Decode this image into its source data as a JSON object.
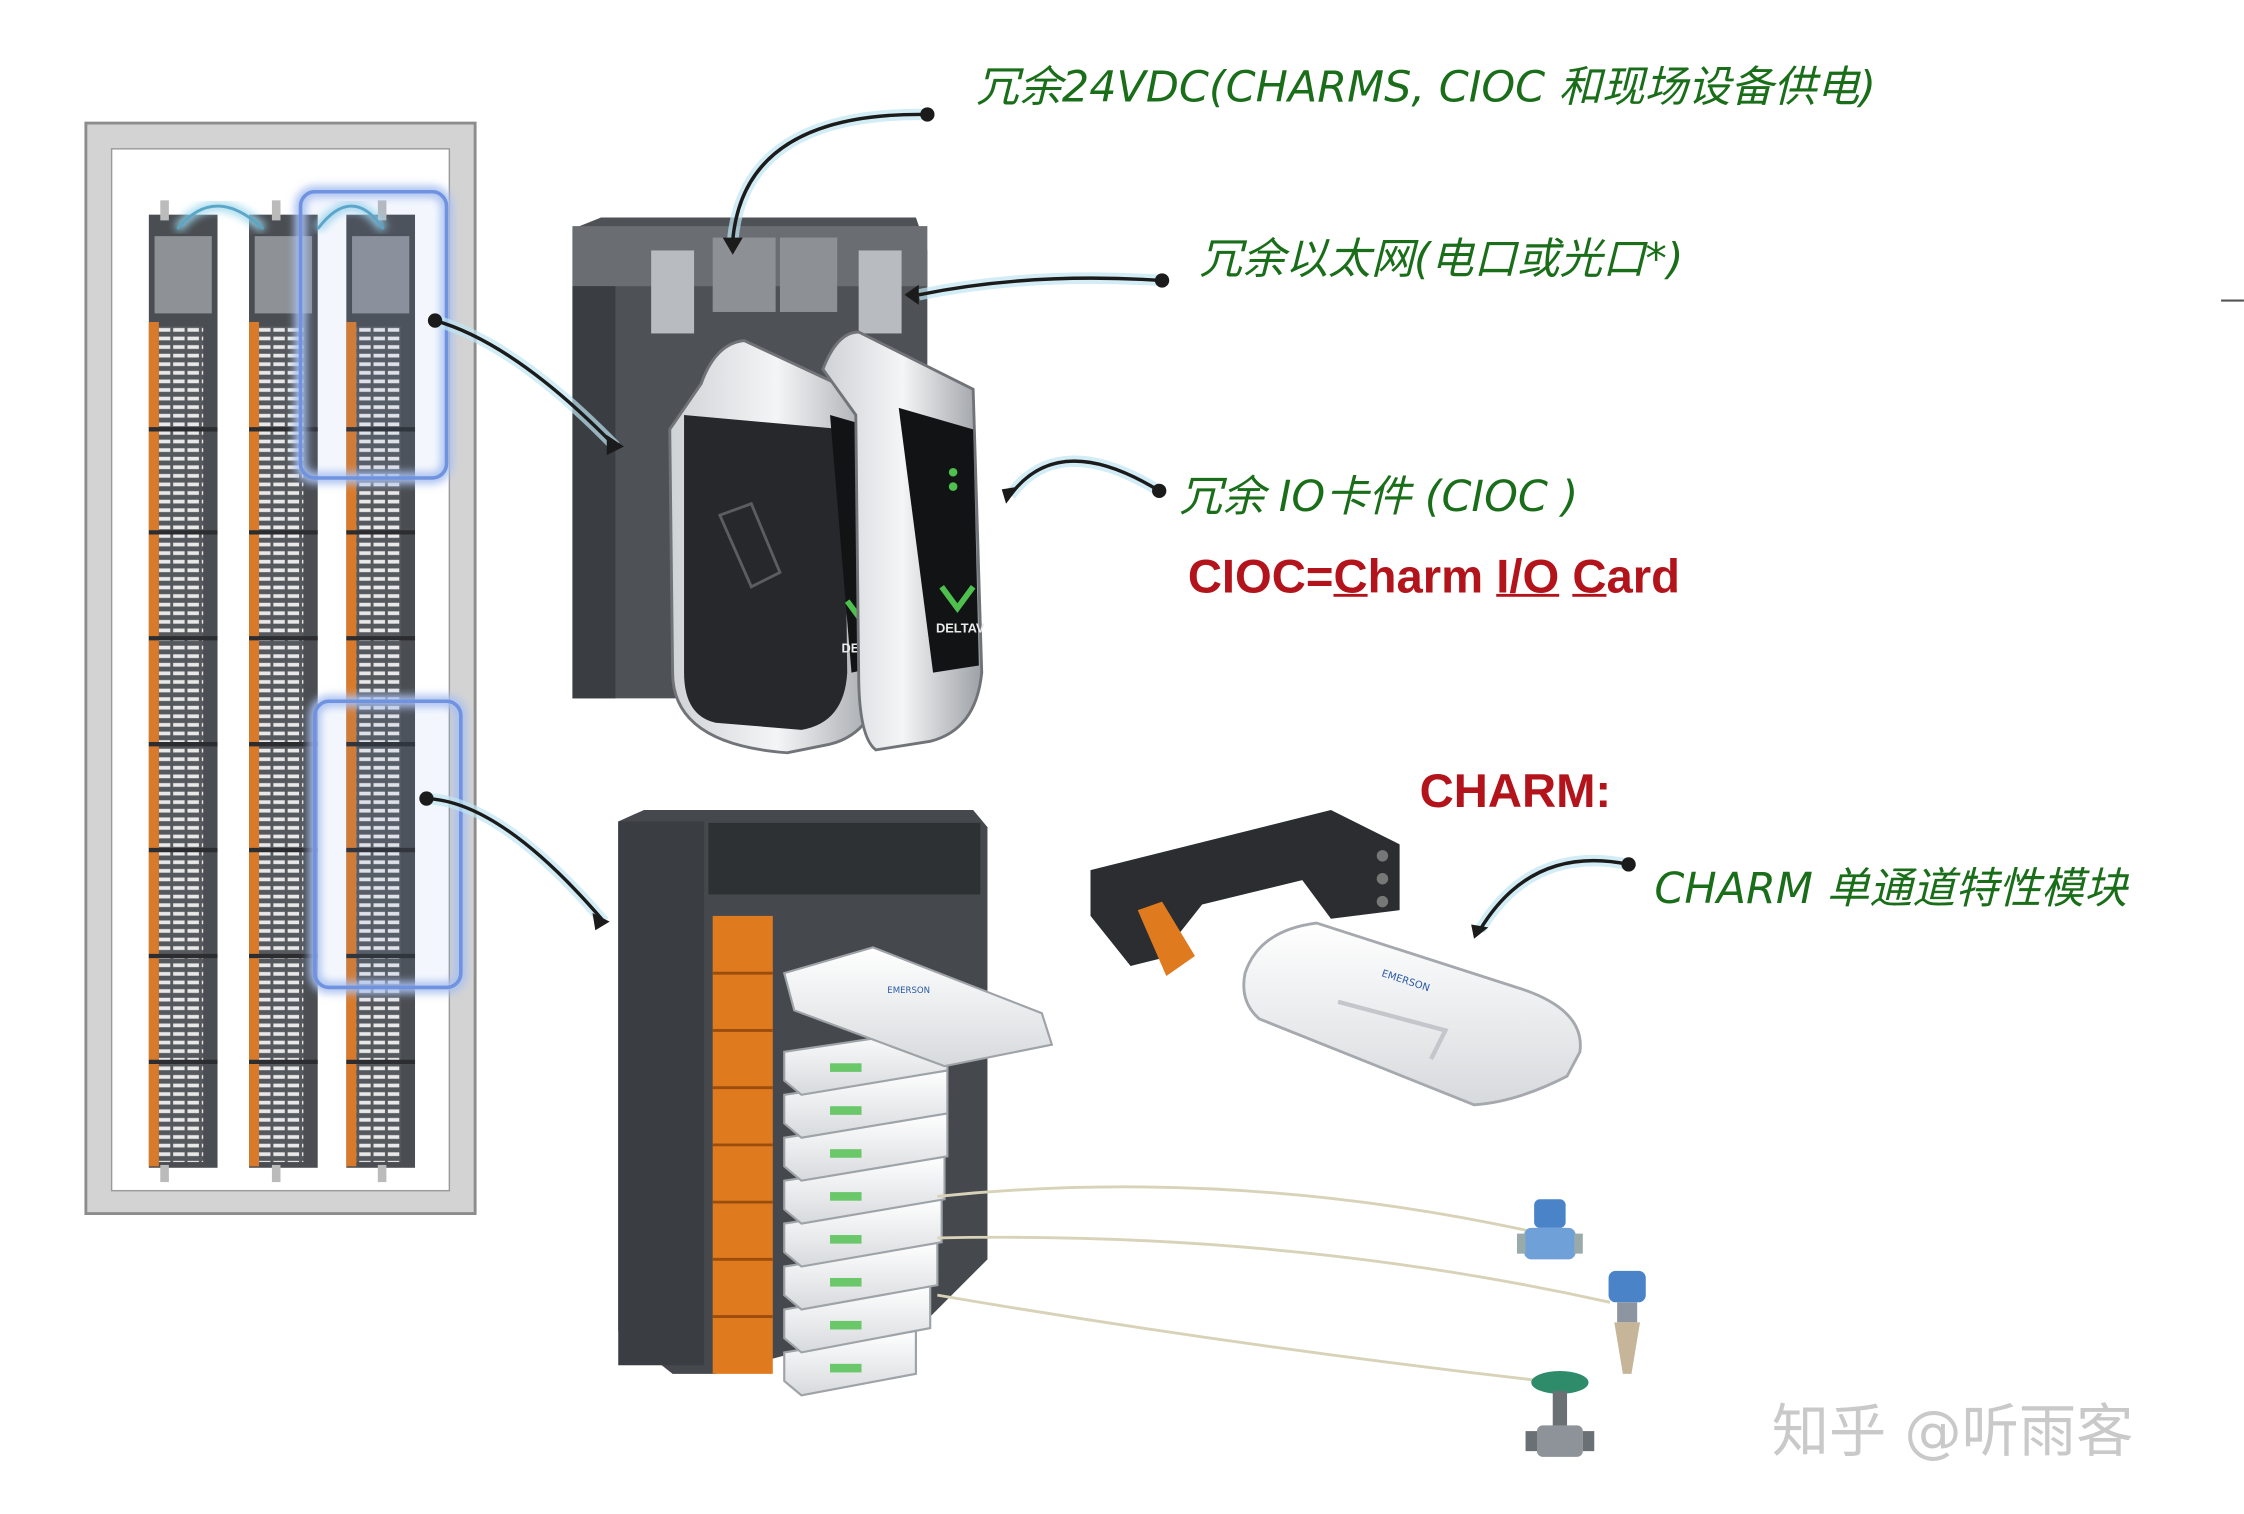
{
  "labels": {
    "power": "冗余24VDC(CHARMS, CIOC 和现场设备供电)",
    "ethernet": "冗余以太网(电口或光口*)",
    "io_card": "冗余 IO卡件 (CIOC )",
    "cioc_prefix": "CIOC=",
    "cioc_c1": "C",
    "cioc_harm": "harm ",
    "cioc_io": "I/O",
    "cioc_space": " ",
    "cioc_c2": "C",
    "cioc_ard": "ard",
    "charm_title": "CHARM:",
    "charm_desc": "CHARM 单通道特性模块",
    "brand_deltav": "DELTAV",
    "brand_emerson": "EMERSON"
  },
  "watermark": "知乎 @听雨客",
  "colors": {
    "label_green": "#1a6e1a",
    "title_red": "#b3141b",
    "module_orange": "#e07a1f",
    "highlight_blue": "#6f93e0"
  }
}
